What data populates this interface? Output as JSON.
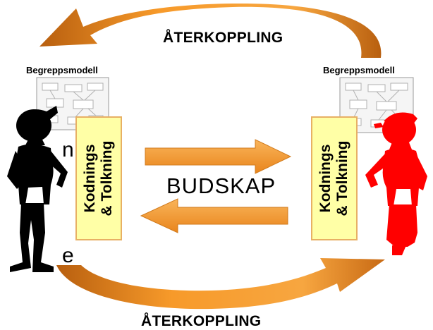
{
  "feedback_top": "ÅTERKOPPLING",
  "feedback_bottom": "ÅTERKOPPLING",
  "sender": {
    "model_label": "Begreppsmodell",
    "coding_line1": "Kodnings",
    "coding_line2": "& Tolkning",
    "figure_color": "#000000"
  },
  "receiver": {
    "model_label": "Begreppsmodell",
    "coding_line1": "Kodnings",
    "coding_line2": "& Tolkning",
    "figure_color": "#ff0000"
  },
  "message": "BUDSKAP",
  "fragments": {
    "right_of_left_figure_1": "n",
    "right_of_left_figure_2": "e"
  },
  "colors": {
    "arrow_fill": "#f79a2a",
    "arrow_dark": "#b85f0f",
    "codebox_fill": "#ffffa6",
    "codebox_border": "#e8b064"
  }
}
